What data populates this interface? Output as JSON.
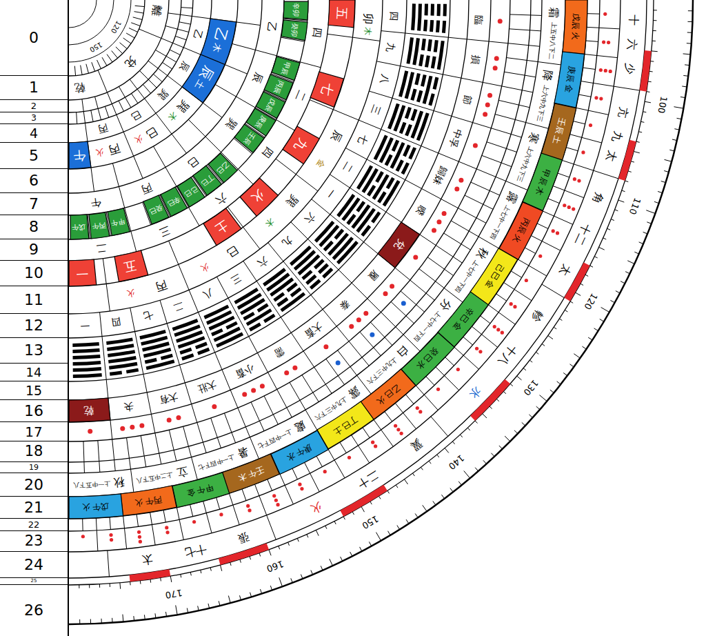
{
  "diagram": {
    "nodes": [
      {
        "text": [
          "0"
        ]
      },
      {
        "text": [
          "1"
        ]
      },
      {
        "text": [
          "2"
        ]
      },
      {
        "text": [
          "3"
        ]
      },
      {
        "text": [
          "4"
        ]
      },
      {
        "text": [
          "5"
        ]
      },
      {
        "text": [
          "6"
        ]
      },
      {
        "text": [
          "7"
        ]
      },
      {
        "text": [
          "8"
        ]
      },
      {
        "text": [
          "9"
        ]
      },
      {
        "text": [
          "10"
        ]
      },
      {
        "text": [
          "11"
        ]
      },
      {
        "text": [
          "12"
        ]
      },
      {
        "text": [
          "13"
        ]
      },
      {
        "text": [
          "14"
        ]
      },
      {
        "text": [
          "15"
        ]
      },
      {
        "text": [
          "16"
        ]
      },
      {
        "text": [
          "17"
        ]
      },
      {
        "text": [
          "18"
        ]
      },
      {
        "text": [
          "19"
        ]
      },
      {
        "text": [
          "20"
        ]
      },
      {
        "text": [
          "21"
        ]
      },
      {
        "text": [
          "22"
        ]
      },
      {
        "text": [
          "23"
        ]
      },
      {
        "text": [
          "24"
        ]
      },
      {
        "text": [
          "25"
        ]
      },
      {
        "text": [
          "26"
        ]
      },
      {
        "text": [
          "乙",
          "木"
        ]
      },
      {
        "text": [
          "辰",
          "土"
        ]
      },
      {
        "text": [
          "午"
        ]
      },
      {
        "text": [
          "辛卯"
        ]
      },
      {
        "text": [
          "癸卯"
        ]
      },
      {
        "text": [
          "甲辰"
        ]
      },
      {
        "text": [
          "丙辰"
        ]
      },
      {
        "text": [
          "戊辰"
        ]
      },
      {
        "text": [
          "庚辰"
        ]
      },
      {
        "text": [
          "壬辰"
        ]
      },
      {
        "text": [
          "乙巳"
        ]
      },
      {
        "text": [
          "丁巳"
        ]
      },
      {
        "text": [
          "己巳"
        ]
      },
      {
        "text": [
          "辛巳"
        ]
      },
      {
        "text": [
          "癸巳"
        ]
      },
      {
        "text": [
          "甲午"
        ]
      },
      {
        "text": [
          "丙午"
        ]
      },
      {
        "text": [
          "戊午"
        ]
      },
      {
        "text": [
          "五"
        ]
      },
      {
        "text": [
          "七"
        ]
      },
      {
        "text": [
          "九"
        ]
      },
      {
        "text": [
          "火"
        ]
      },
      {
        "text": [
          "土"
        ]
      },
      {
        "text": [
          "五"
        ]
      },
      {
        "text": [
          "一"
        ]
      },
      {
        "text": [
          "兌"
        ]
      },
      {
        "text": [
          "乾"
        ]
      },
      {
        "text": [
          "戊辰",
          "火"
        ]
      },
      {
        "text": [
          "庚辰",
          "金"
        ]
      },
      {
        "text": [
          "壬辰",
          "土"
        ]
      },
      {
        "text": [
          "甲辰",
          "木"
        ]
      },
      {
        "text": [
          "丙辰",
          "火"
        ]
      },
      {
        "text": [
          "己巳",
          "金"
        ]
      },
      {
        "text": [
          "辛巳",
          "金"
        ]
      },
      {
        "text": [
          "癸巳",
          "水"
        ]
      },
      {
        "text": [
          "乙巳",
          "火"
        ]
      },
      {
        "text": [
          "丁巳",
          "土"
        ]
      },
      {
        "text": [
          "庚午",
          "水"
        ]
      },
      {
        "text": [
          "壬午",
          "木"
        ]
      },
      {
        "text": [
          "甲午",
          "金"
        ]
      },
      {
        "text": [
          "丙午",
          "火"
        ]
      },
      {
        "text": [
          "戊午",
          "火"
        ]
      }
    ],
    "labels": [
      "120",
      "150",
      "離",
      "兌",
      "乾",
      "乙",
      "辰",
      "巽",
      "巳",
      "丙",
      "巽",
      "木",
      "巳",
      "火",
      "丙",
      "火",
      "乙",
      "辰",
      "巽",
      "巳",
      "丙",
      "午",
      "四",
      "二",
      "四",
      "六",
      "三",
      "二",
      "卯",
      "木",
      "辰",
      "金",
      "巽",
      "木",
      "巳",
      "火",
      "丙",
      "火",
      "四",
      "九",
      "八",
      "三",
      "七",
      "二",
      "一",
      "六",
      "九",
      "六",
      "三",
      "八",
      "二",
      "七",
      "四",
      "一",
      "臨",
      "損",
      "節",
      "中孚",
      "歸妹",
      "睽",
      "履",
      "泰",
      "大畜",
      "需",
      "小畜",
      "大壯",
      "大有",
      "夬",
      "霜",
      "上五中八下二",
      "降",
      "上六中九下三",
      "寒",
      "上六中九下三",
      "露",
      "上七中一下四",
      "秋",
      "上七中一下四",
      "分",
      "上七中一下四",
      "白",
      "上九中三下六",
      "露",
      "上九中三下六",
      "處",
      "上一中四下七",
      "暑",
      "上一中四下七",
      "立",
      "上二中五下八",
      "秋",
      "上一中五下八",
      "十",
      "六",
      "少",
      "亢",
      "九",
      "太",
      "角",
      "十二",
      "太",
      "軫",
      "十八",
      "水",
      "翼",
      "二十",
      "火",
      "張",
      "十七",
      "太",
      "100",
      "110",
      "120",
      "130",
      "140",
      "150",
      "160",
      "170"
    ]
  }
}
